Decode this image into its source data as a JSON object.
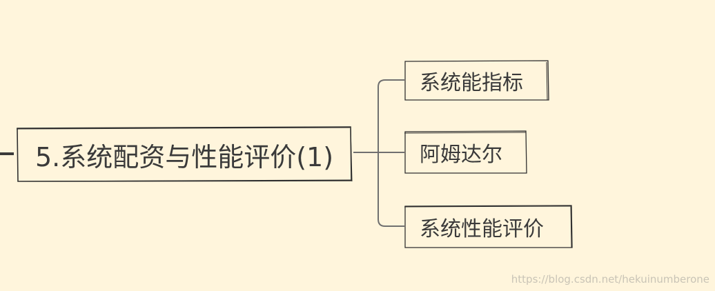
{
  "root": {
    "label": "5.系统配资与性能评价(1)"
  },
  "children": [
    {
      "label": "系统能指标"
    },
    {
      "label": "阿姆达尔"
    },
    {
      "label": "系统性能评价"
    }
  ],
  "watermark": "https://blog.csdn.net/hekuinumberone",
  "colors": {
    "background": "#fff5dc",
    "stroke": "#3a3a3a",
    "connector": "#6f6f6f"
  }
}
